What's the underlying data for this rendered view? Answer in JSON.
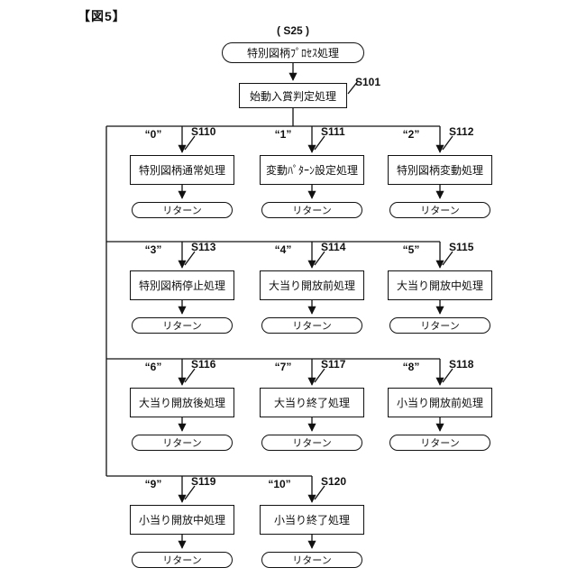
{
  "figure_label": "【図5】",
  "flow": {
    "entry_step": "( S25 )",
    "entry_label": "特別図柄ﾌﾟﾛｾｽ処理",
    "judge_label": "始動入賞判定処理",
    "judge_step": "S101",
    "return_label": "リターン"
  },
  "branches": [
    {
      "case": "“0”",
      "step": "S110",
      "label": "特別図柄通常処理"
    },
    {
      "case": "“1”",
      "step": "S111",
      "label": "変動ﾊﾟﾀｰﾝ設定処理"
    },
    {
      "case": "“2”",
      "step": "S112",
      "label": "特別図柄変動処理"
    },
    {
      "case": "“3”",
      "step": "S113",
      "label": "特別図柄停止処理"
    },
    {
      "case": "“4”",
      "step": "S114",
      "label": "大当り開放前処理"
    },
    {
      "case": "“5”",
      "step": "S115",
      "label": "大当り開放中処理"
    },
    {
      "case": "“6”",
      "step": "S116",
      "label": "大当り開放後処理"
    },
    {
      "case": "“7”",
      "step": "S117",
      "label": "大当り終了処理"
    },
    {
      "case": "“8”",
      "step": "S118",
      "label": "小当り開放前処理"
    },
    {
      "case": "“9”",
      "step": "S119",
      "label": "小当り開放中処理"
    },
    {
      "case": "“10”",
      "step": "S120",
      "label": "小当り終了処理"
    }
  ]
}
